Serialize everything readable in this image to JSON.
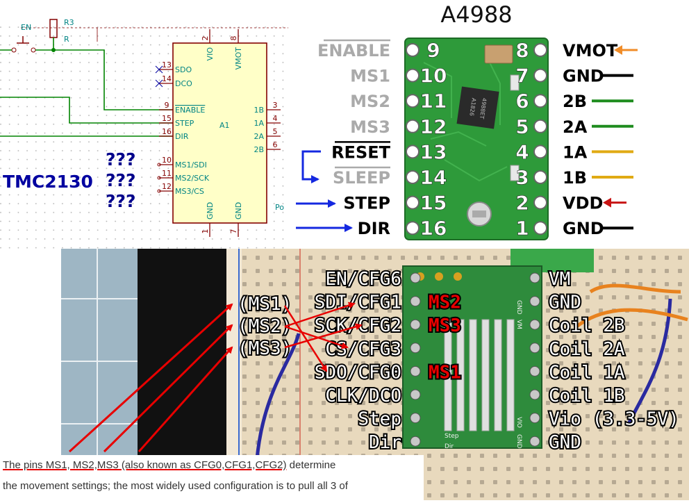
{
  "schematic": {
    "button_label": "EN",
    "resistor_label": "R3",
    "resistor_sub": "R",
    "chip_label": "TMC2130",
    "question_marks": [
      "???",
      "???",
      "???"
    ],
    "component_ref": "A1",
    "top_pins": [
      {
        "num": "2",
        "name": "VIO"
      },
      {
        "num": "8",
        "name": "VMOT"
      }
    ],
    "bottom_pins": [
      {
        "num": "1",
        "name": "GND"
      },
      {
        "num": "7",
        "name": "GND"
      }
    ],
    "left_pins": [
      {
        "num": "13",
        "name": "SDO"
      },
      {
        "num": "14",
        "name": "DCO"
      },
      {
        "num": "9",
        "name": "ENABLE"
      },
      {
        "num": "15",
        "name": "STEP"
      },
      {
        "num": "16",
        "name": "DIR"
      },
      {
        "num": "10",
        "name": "MS1/SDI"
      },
      {
        "num": "11",
        "name": "MS2/SCK"
      },
      {
        "num": "12",
        "name": "MS3/CS"
      }
    ],
    "right_pins": [
      {
        "num": "3",
        "name": "1B"
      },
      {
        "num": "4",
        "name": "1A"
      },
      {
        "num": "5",
        "name": "2A"
      },
      {
        "num": "6",
        "name": "2B"
      }
    ],
    "edge_label": "Po",
    "colors": {
      "grid": "#c8c8c8",
      "box_fill": "#ffffc8",
      "box_stroke": "#840000",
      "wire": "#008400",
      "chip_text": "#0000a0",
      "question": "#00008b"
    }
  },
  "a4988": {
    "title": "A4988",
    "left_labels": [
      {
        "text": "ENABLE",
        "num": "9",
        "overline": true,
        "color": "#aaaaaa"
      },
      {
        "text": "MS1",
        "num": "10",
        "overline": false,
        "color": "#aaaaaa"
      },
      {
        "text": "MS2",
        "num": "11",
        "overline": false,
        "color": "#aaaaaa"
      },
      {
        "text": "MS3",
        "num": "12",
        "overline": false,
        "color": "#aaaaaa"
      },
      {
        "text": "RESET",
        "num": "13",
        "overline": true,
        "color": "#000000"
      },
      {
        "text": "SLEEP",
        "num": "14",
        "overline": true,
        "color": "#aaaaaa"
      },
      {
        "text": "STEP",
        "num": "15",
        "overline": false,
        "color": "#000000"
      },
      {
        "text": "DIR",
        "num": "16",
        "overline": false,
        "color": "#000000"
      }
    ],
    "right_labels": [
      {
        "text": "VMOT",
        "num": "8",
        "marker": "arrow-left",
        "color": "#f08c28"
      },
      {
        "text": "GND",
        "num": "7",
        "marker": "line",
        "color": "#000000"
      },
      {
        "text": "2B",
        "num": "6",
        "marker": "line",
        "color": "#1e8c1e"
      },
      {
        "text": "2A",
        "num": "5",
        "marker": "line",
        "color": "#1e8c1e"
      },
      {
        "text": "1A",
        "num": "4",
        "marker": "line",
        "color": "#e0aa14"
      },
      {
        "text": "1B",
        "num": "3",
        "marker": "line",
        "color": "#e0aa14"
      },
      {
        "text": "VDD",
        "num": "2",
        "marker": "arrow-left",
        "color": "#c81414"
      },
      {
        "text": "GND",
        "num": "1",
        "marker": "line",
        "color": "#000000"
      }
    ],
    "chip_marking": "4988ET",
    "chip_marking2": "A1826",
    "colors": {
      "board": "#2e9a3a",
      "arrow": "#1428e0"
    }
  },
  "tmc": {
    "left_labels": [
      "EN/CFG6",
      "SDI/CFG1",
      "SCK/CFG2",
      "CS/CFG3",
      "SDO/CFG0",
      "CLK/DCO",
      "Step",
      "Dir"
    ],
    "right_labels": [
      "VM",
      "GND",
      "Coil 2B",
      "Coil 2A",
      "Coil 1A",
      "Coil 1B",
      "Vio (3.3-5V)",
      "GND"
    ],
    "ms_labels": [
      "(MS1)",
      "(MS2)",
      "(MS3)"
    ],
    "red_tags": [
      {
        "text": "MS2",
        "row": 1
      },
      {
        "text": "MS3",
        "row": 2
      },
      {
        "text": "MS1",
        "row": 4
      }
    ],
    "board_silk": [
      "GND",
      "VM",
      "Step",
      "Dir",
      "VIO",
      "GND"
    ],
    "colors": {
      "red": "#e80000",
      "board": "#2e8b3c"
    }
  },
  "caption": {
    "line1_underlined": "The pins MS1, MS2,MS3 (also known as CFG0,CFG1,CFG2)",
    "line1_rest": " determine",
    "line2": "the movement settings; the most widely used configuration is to pull all 3 of"
  }
}
